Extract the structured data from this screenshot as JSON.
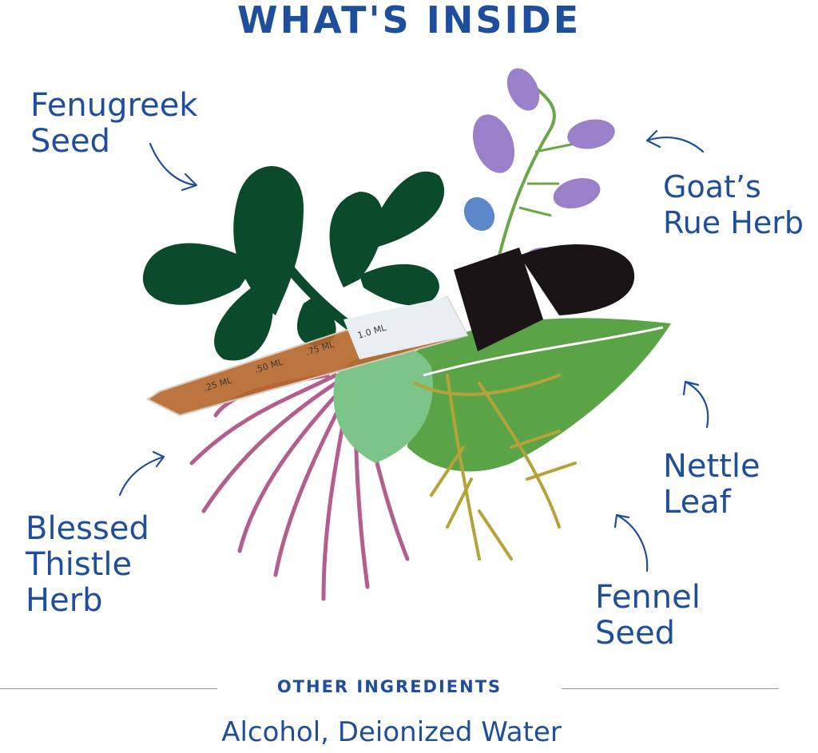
{
  "heading": "WHAT'S INSIDE",
  "ingredients": [
    {
      "line1": "Fenugreek",
      "line2": "Seed"
    },
    {
      "line1": "Goat’s",
      "line2": "Rue Herb"
    },
    {
      "line1": "Nettle",
      "line2": "Leaf"
    },
    {
      "line1": "Fennel",
      "line2": "Seed"
    },
    {
      "line1": "Blessed",
      "line2": "Thistle",
      "line3": "Herb"
    }
  ],
  "dropper_marks": [
    "1.0 ML",
    ".75 ML",
    ".50 ML",
    ".25 ML"
  ],
  "other_ingredients": {
    "heading": "OTHER INGREDIENTS",
    "list": "Alcohol, Deionized Water"
  },
  "colors": {
    "text": "#1f4e9c",
    "fenugreek": "#0c4a2c",
    "nettle": "#5aa447",
    "fennel": "#b5a33a",
    "thistle": "#b45e8e",
    "goats_rue": "#9a7fc9"
  }
}
